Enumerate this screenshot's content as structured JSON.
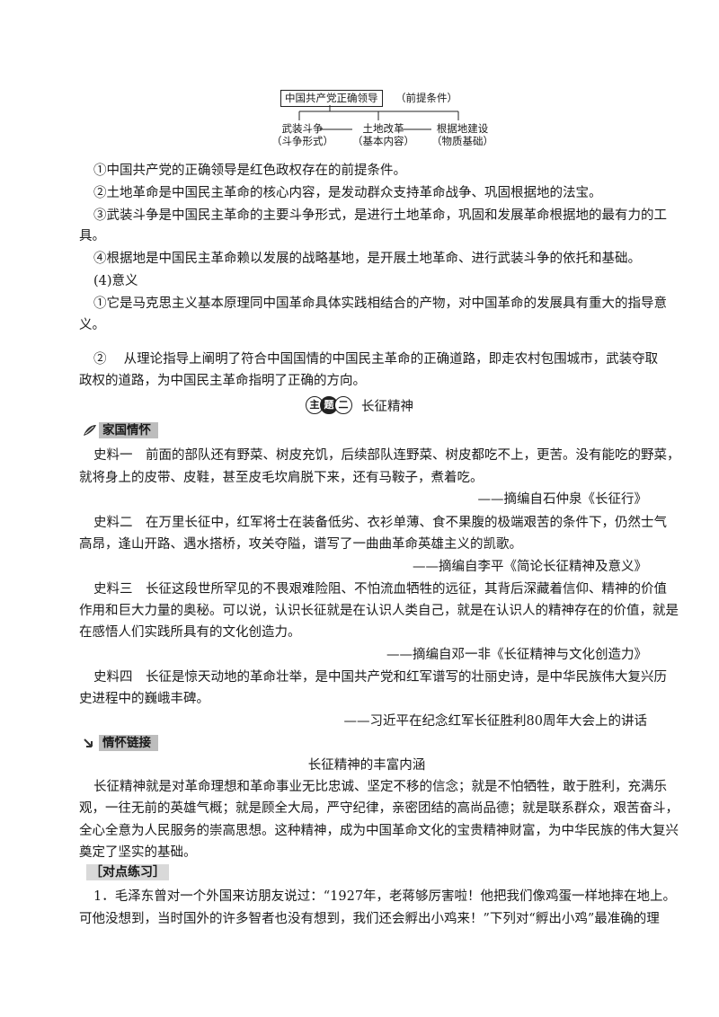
{
  "diagram": {
    "top_box": "中国共产党正确领导",
    "top_note": "（前提条件）",
    "nodes": [
      {
        "main": "武装斗争",
        "sub": "（斗争形式）"
      },
      {
        "main": "土地改革",
        "sub": "（基本内容）"
      },
      {
        "main": "根据地建设",
        "sub": "（物质基础）"
      }
    ]
  },
  "points": [
    "①中国共产党的正确领导是红色政权存在的前提条件。",
    "②土地革命是中国民主革命的核心内容，是发动群众支持革命战争、巩固根据地的法宝。",
    "③武装斗争是中国民主革命的主要斗争形式，是进行土地革命，巩固和发展革命根据地的最有力的工",
    "具。",
    "④根据地是中国民主革命赖以发展的战略基地，是开展土地革命、进行武装斗争的依托和基础。"
  ],
  "significance": {
    "heading": "(4)意义",
    "item1_line1": "①它是马克思主义基本原理同中国革命具体实践相结合的产物，对中国革命的发展具有重大的指导意",
    "item1_line2": "义。",
    "item2_line1": "②　 从理论指导上阐明了符合中国国情的中国民主革命的正确道路，即走农村包围城市，武装夺取",
    "item2_line2": "政权的道路，为中国民主革命指明了正确的方向。"
  },
  "theme": {
    "chars": [
      "主",
      "题",
      "二"
    ],
    "title": "长征精神"
  },
  "section1": {
    "tag": "家国情怀",
    "materials": [
      {
        "lines": [
          "史料一　前面的部队还有野菜、树皮充饥，后续部队连野菜、树皮都吃不上，更苦。没有能吃的野菜，",
          "就将身上的皮带、皮鞋，甚至皮毛坎肩脱下来，还有马鞍子，煮着吃。"
        ],
        "source": "——摘编自石仲泉《长征行》"
      },
      {
        "lines": [
          "史料二　在万里长征中，红军将士在装备低劣、衣衫单薄、食不果腹的极端艰苦的条件下，仍然士气",
          "高昂，逢山开路、遇水搭桥，攻关夺隘，谱写了一曲曲革命英雄主义的凯歌。"
        ],
        "source": "——摘编自李平《简论长征精神及意义》"
      },
      {
        "lines": [
          "史料三　长征这段世所罕见的不畏艰难险阻、不怕流血牺牲的远征，其背后深藏着信仰、精神的价值",
          "作用和巨大力量的奥秘。可以说，认识长征就是在认识人类自己，就是在认识人的精神存在的价值，就是",
          "在感悟人们实践所具有的文化创造力。"
        ],
        "source": "——摘编自邓一非《长征精神与文化创造力》"
      },
      {
        "lines": [
          "史料四　长征是惊天动地的革命壮举，是中国共产党和红军谱写的壮丽史诗，是中华民族伟大复兴历",
          "史进程中的巍峨丰碑。"
        ],
        "source": "——习近平在纪念红军长征胜利80周年大会上的讲话"
      }
    ]
  },
  "section2": {
    "tag": "情怀链接",
    "title": "长征精神的丰富内涵",
    "lines": [
      "长征精神就是对革命理想和革命事业无比忠诚、坚定不移的信念；就是不怕牺牲，敢于胜利，充满乐",
      "观，一往无前的英雄气概；就是顾全大局，严守纪律，亲密团结的高尚品德；就是联系群众，艰苦奋斗，",
      "全心全意为人民服务的崇高思想。这种精神，成为中国革命文化的宝贵精神财富，为中华民族的伟大复兴",
      "奠定了坚实的基础。"
    ]
  },
  "practice": {
    "label": "［对点练习］",
    "q1_line1": "1．毛泽东曾对一个外国来访朋友说过：“1927年，老蒋够厉害啦！他把我们像鸡蛋一样地摔在地上。",
    "q1_line2": "可他没想到，当时国外的许多智者也没有想到，我们还会孵出小鸡来！”下列对“孵出小鸡”最准确的理"
  }
}
